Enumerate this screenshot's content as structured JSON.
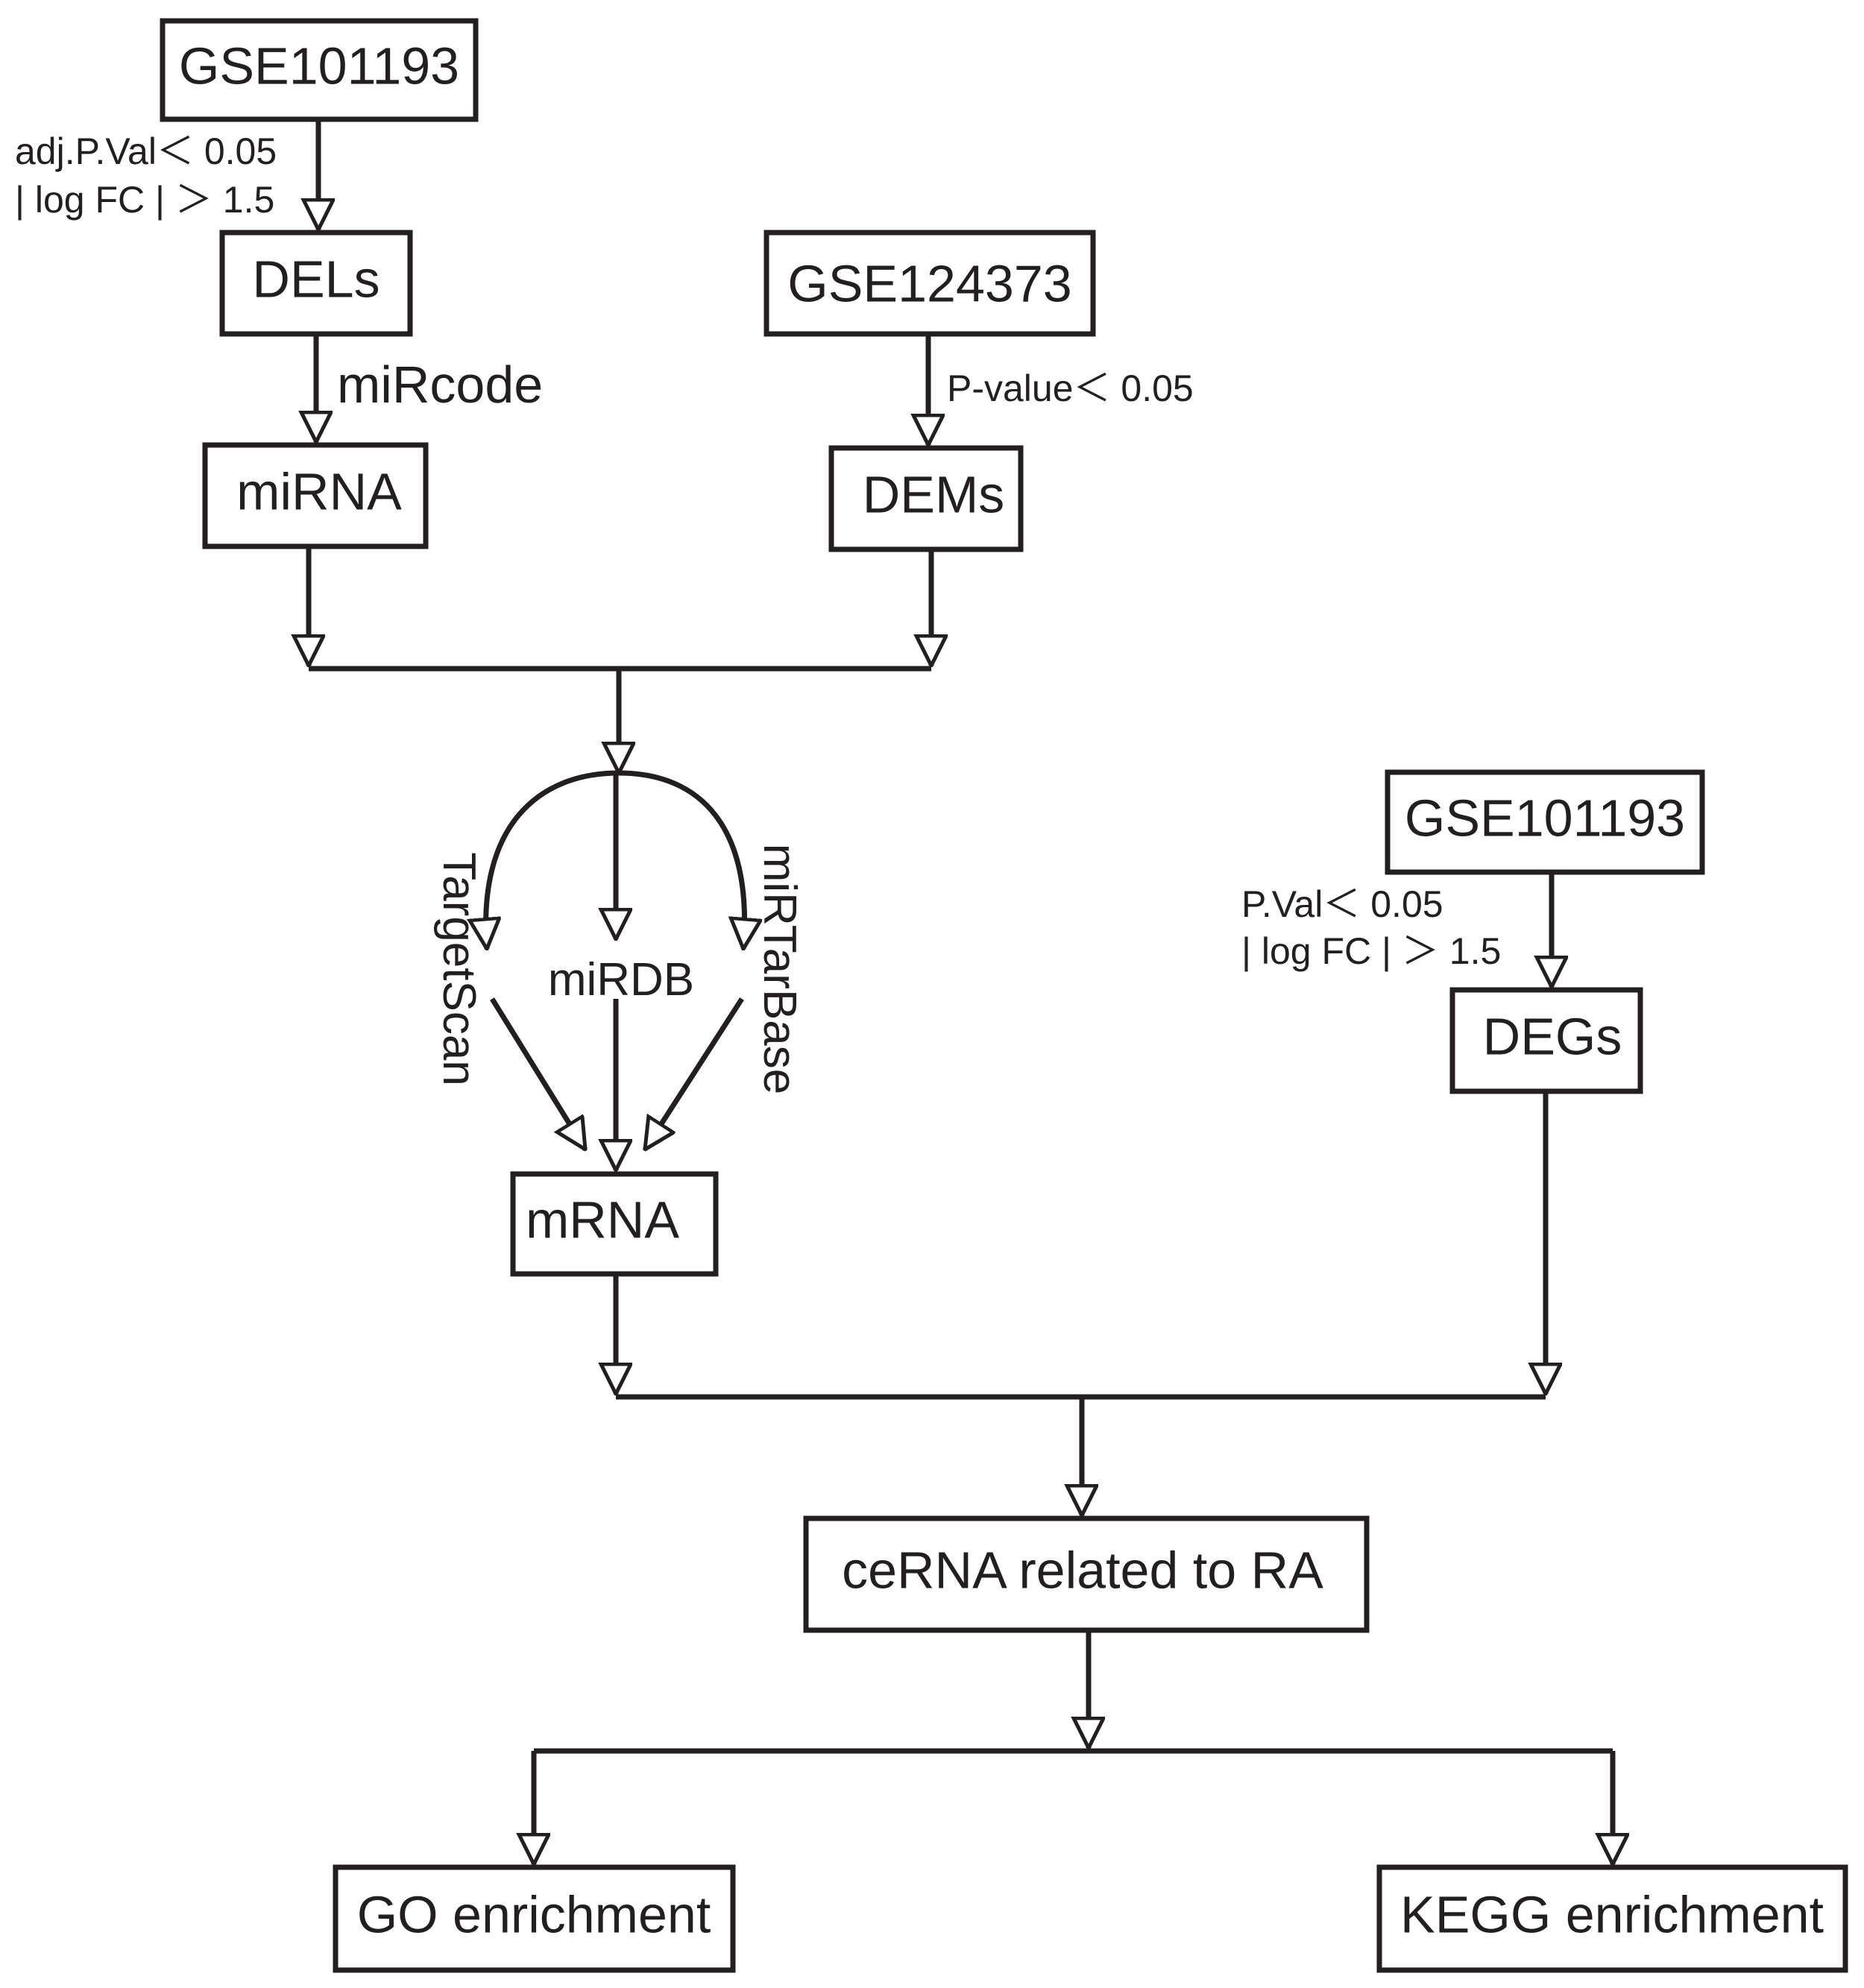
{
  "nodes": {
    "gse101193_top": "GSE101193",
    "dels": "DELs",
    "mirna": "miRNA",
    "gse124373": "GSE124373",
    "dems": "DEMs",
    "mrna": "mRNA",
    "gse101193_right": "GSE101193",
    "degs": "DEGs",
    "cerna": "ceRNA related to RA",
    "go": "GO enrichment",
    "kegg": "KEGG enrichment"
  },
  "edge_labels": {
    "dels_line1": "adj.P.Val＜ 0.05",
    "dels_line2": "| log FC | ＞ 1.5",
    "mircode": "miRcode",
    "dems": "P-value＜ 0.05",
    "degs_line1": "P.Val＜ 0.05",
    "degs_line2": "| log FC | ＞ 1.5"
  },
  "databases": {
    "targetscan": "TargetScan",
    "mirdb": "miRDB",
    "mirtarbase": "miRTarBase"
  },
  "colors": {
    "ink": "#231f20",
    "background": "#ffffff"
  }
}
